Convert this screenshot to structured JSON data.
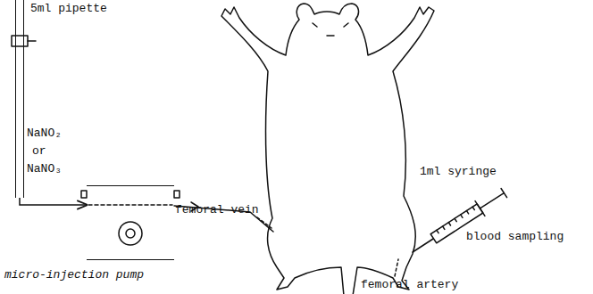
{
  "diagram": {
    "nodes": [
      {
        "text": [
          "5ml pipette"
        ]
      },
      {
        "text": [
          "micro-injection pump"
        ]
      }
    ],
    "edges": [
      {
        "from": 0,
        "to": 1,
        "arrow": "to"
      }
    ],
    "labels": [
      "NaNO₂",
      "or",
      "NaNO₃",
      "femoral vein",
      "1ml syringe",
      "blood sampling",
      "femoral artery"
    ]
  }
}
